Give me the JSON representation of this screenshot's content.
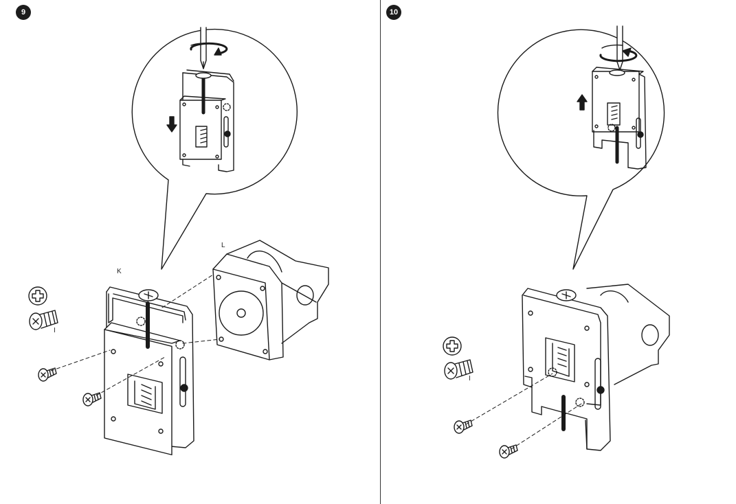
{
  "steps": [
    {
      "number": "9",
      "labels": {
        "bracket": "K",
        "adapter": "L",
        "screw": "I"
      }
    },
    {
      "number": "10",
      "labels": {
        "screw": "I"
      }
    }
  ],
  "icons": [
    "phillips-screwdriver-icon",
    "screw-icon",
    "rotation-arrow-icon",
    "down-arrow-icon",
    "up-arrow-icon"
  ],
  "colors": {
    "ink": "#1a1a1a",
    "badge": "#1c1c1c",
    "background": "#ffffff"
  }
}
